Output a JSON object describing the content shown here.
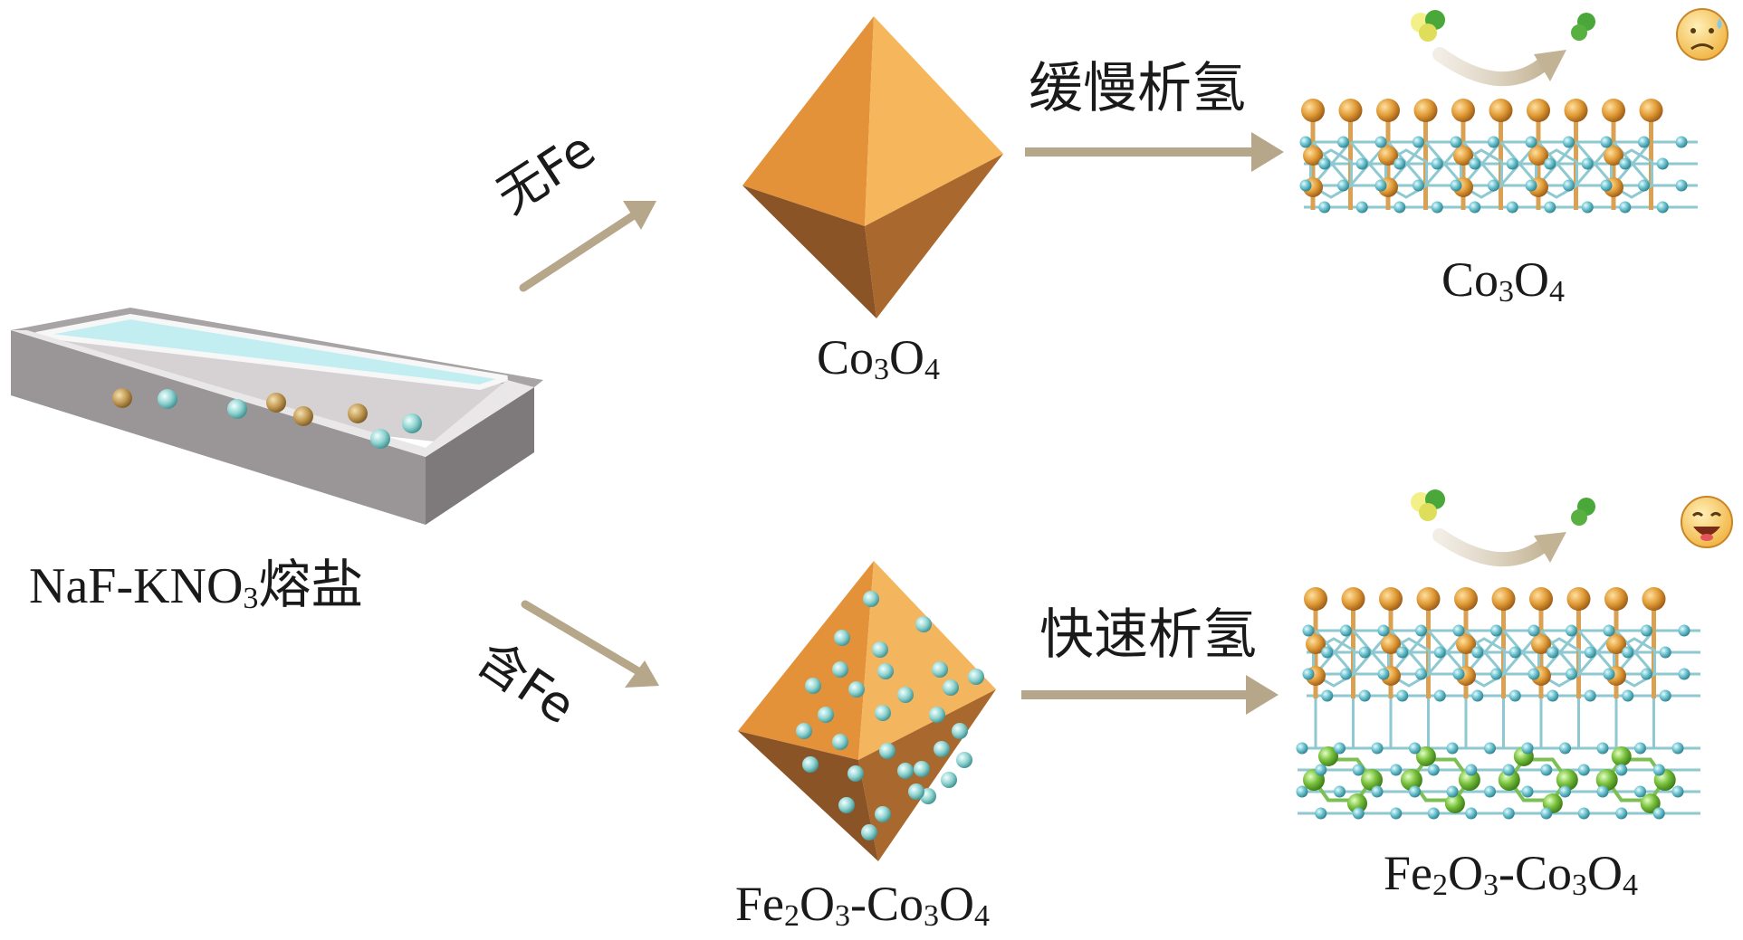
{
  "labels": {
    "salt": {
      "pre": "NaF-KNO",
      "sub": "3",
      "post": "熔盐"
    },
    "branch_top": "无Fe",
    "branch_bottom": "含Fe",
    "oct_top": {
      "a": "Co",
      "s1": "3",
      "b": "O",
      "s2": "4"
    },
    "oct_bottom": {
      "a": "Fe",
      "s1": "2",
      "b": "O",
      "s2": "3",
      "c": "-Co",
      "s3": "3",
      "d": "O",
      "s4": "4"
    },
    "arrow_top": "缓慢析氢",
    "arrow_bottom": "快速析氢",
    "lattice_top": {
      "a": "Co",
      "s1": "3",
      "b": "O",
      "s2": "4"
    },
    "lattice_bottom": {
      "a": "Fe",
      "s1": "2",
      "b": "O",
      "s2": "3",
      "c": "-Co",
      "s3": "3",
      "d": "O",
      "s4": "4"
    }
  },
  "colors": {
    "arrow": "#b7a78a",
    "cobalt": "#e09a35",
    "oxygen": "#5fb8c4",
    "iron": "#6fba3a",
    "octahedron_light": "#f2b256",
    "octahedron_dark": "#8a5426",
    "tray": "#8f8a8c",
    "liquid": "#bfe8ec"
  },
  "emoji": {
    "top": "sad-face-icon",
    "bottom": "happy-face-icon"
  }
}
